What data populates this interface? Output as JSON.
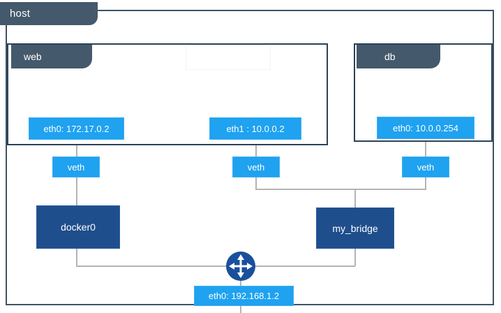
{
  "host": {
    "tab_label": "host",
    "border_color": "#3d5366",
    "tab_color": "#44596b"
  },
  "namespaces": [
    {
      "id": "web",
      "tab_label": "web"
    },
    {
      "id": "db",
      "tab_label": "db"
    }
  ],
  "interfaces": [
    {
      "id": "web-eth0",
      "label": "eth0: 172.17.0.2",
      "parent": "web"
    },
    {
      "id": "web-eth1",
      "label": "eth1 : 10.0.0.2",
      "parent": "web"
    },
    {
      "id": "db-eth0",
      "label": "eth0: 10.0.0.254",
      "parent": "db"
    },
    {
      "id": "host-eth0",
      "label": "eth0: 192.168.1.2",
      "parent": "host"
    }
  ],
  "veths": [
    {
      "id": "veth-1",
      "label": "veth"
    },
    {
      "id": "veth-2",
      "label": "veth"
    },
    {
      "id": "veth-3",
      "label": "veth"
    }
  ],
  "bridges": [
    {
      "id": "docker0",
      "label": "docker0"
    },
    {
      "id": "my_bridge",
      "label": "my_bridge"
    }
  ],
  "router": {
    "icon": "router-icon",
    "fill": "#1a4f9c",
    "arrow_color": "#ffffff"
  },
  "colors": {
    "interface_blue": "#1fa2f0",
    "bridge_blue": "#1f4e8c",
    "frame_slate": "#3d5366",
    "tab_slate": "#44596b",
    "line_gray": "#b3b3b3"
  }
}
